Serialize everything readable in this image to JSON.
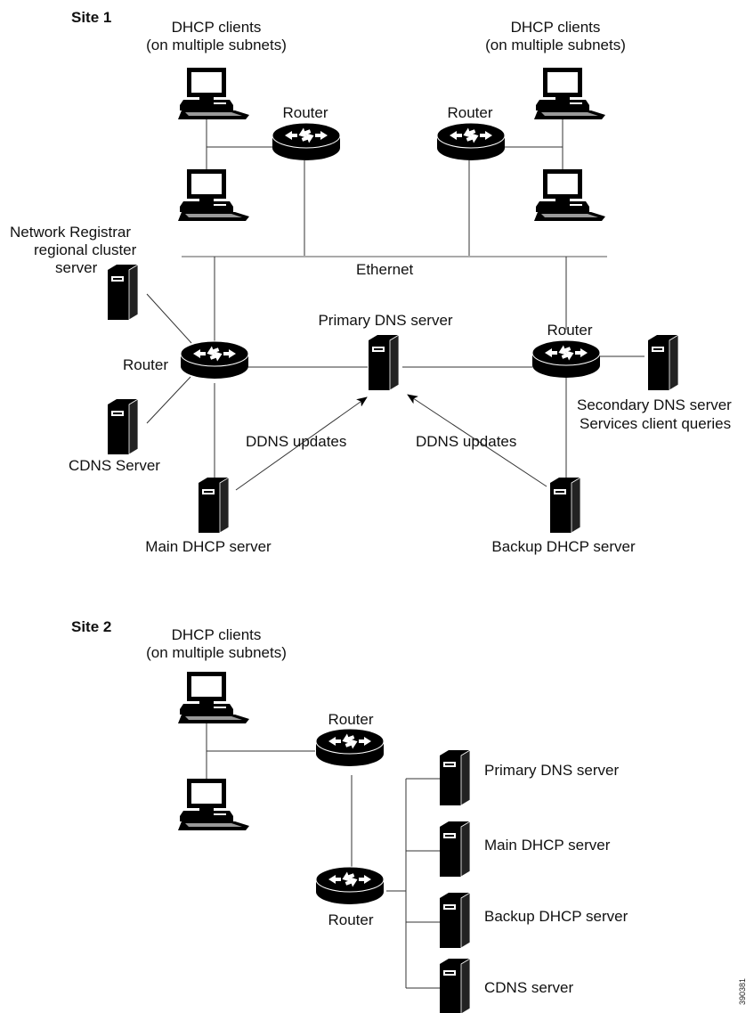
{
  "site1": {
    "title": "Site 1",
    "clients_left": {
      "line1": "DHCP clients",
      "line2": "(on multiple subnets)"
    },
    "clients_right": {
      "line1": "DHCP clients",
      "line2": "(on multiple subnets)"
    },
    "router_top_left": "Router",
    "router_top_right": "Router",
    "ethernet": "Ethernet",
    "regional_server": {
      "line1": "Network Registrar",
      "line2": "regional cluster",
      "line3": "server"
    },
    "router_left": "Router",
    "primary_dns": "Primary DNS server",
    "router_right": "Router",
    "secondary_dns": {
      "line1": "Secondary DNS server",
      "line2": "Services client queries"
    },
    "cdns_server": "CDNS Server",
    "ddns_left": "DDNS updates",
    "ddns_right": "DDNS updates",
    "main_dhcp": "Main DHCP server",
    "backup_dhcp": "Backup DHCP server"
  },
  "site2": {
    "title": "Site 2",
    "clients": {
      "line1": "DHCP clients",
      "line2": "(on multiple subnets)"
    },
    "router_top": "Router",
    "router_bottom": "Router",
    "servers": [
      "Primary DNS server",
      "Main DHCP server",
      "Backup DHCP server",
      "CDNS server"
    ]
  },
  "figure_id": "390381"
}
